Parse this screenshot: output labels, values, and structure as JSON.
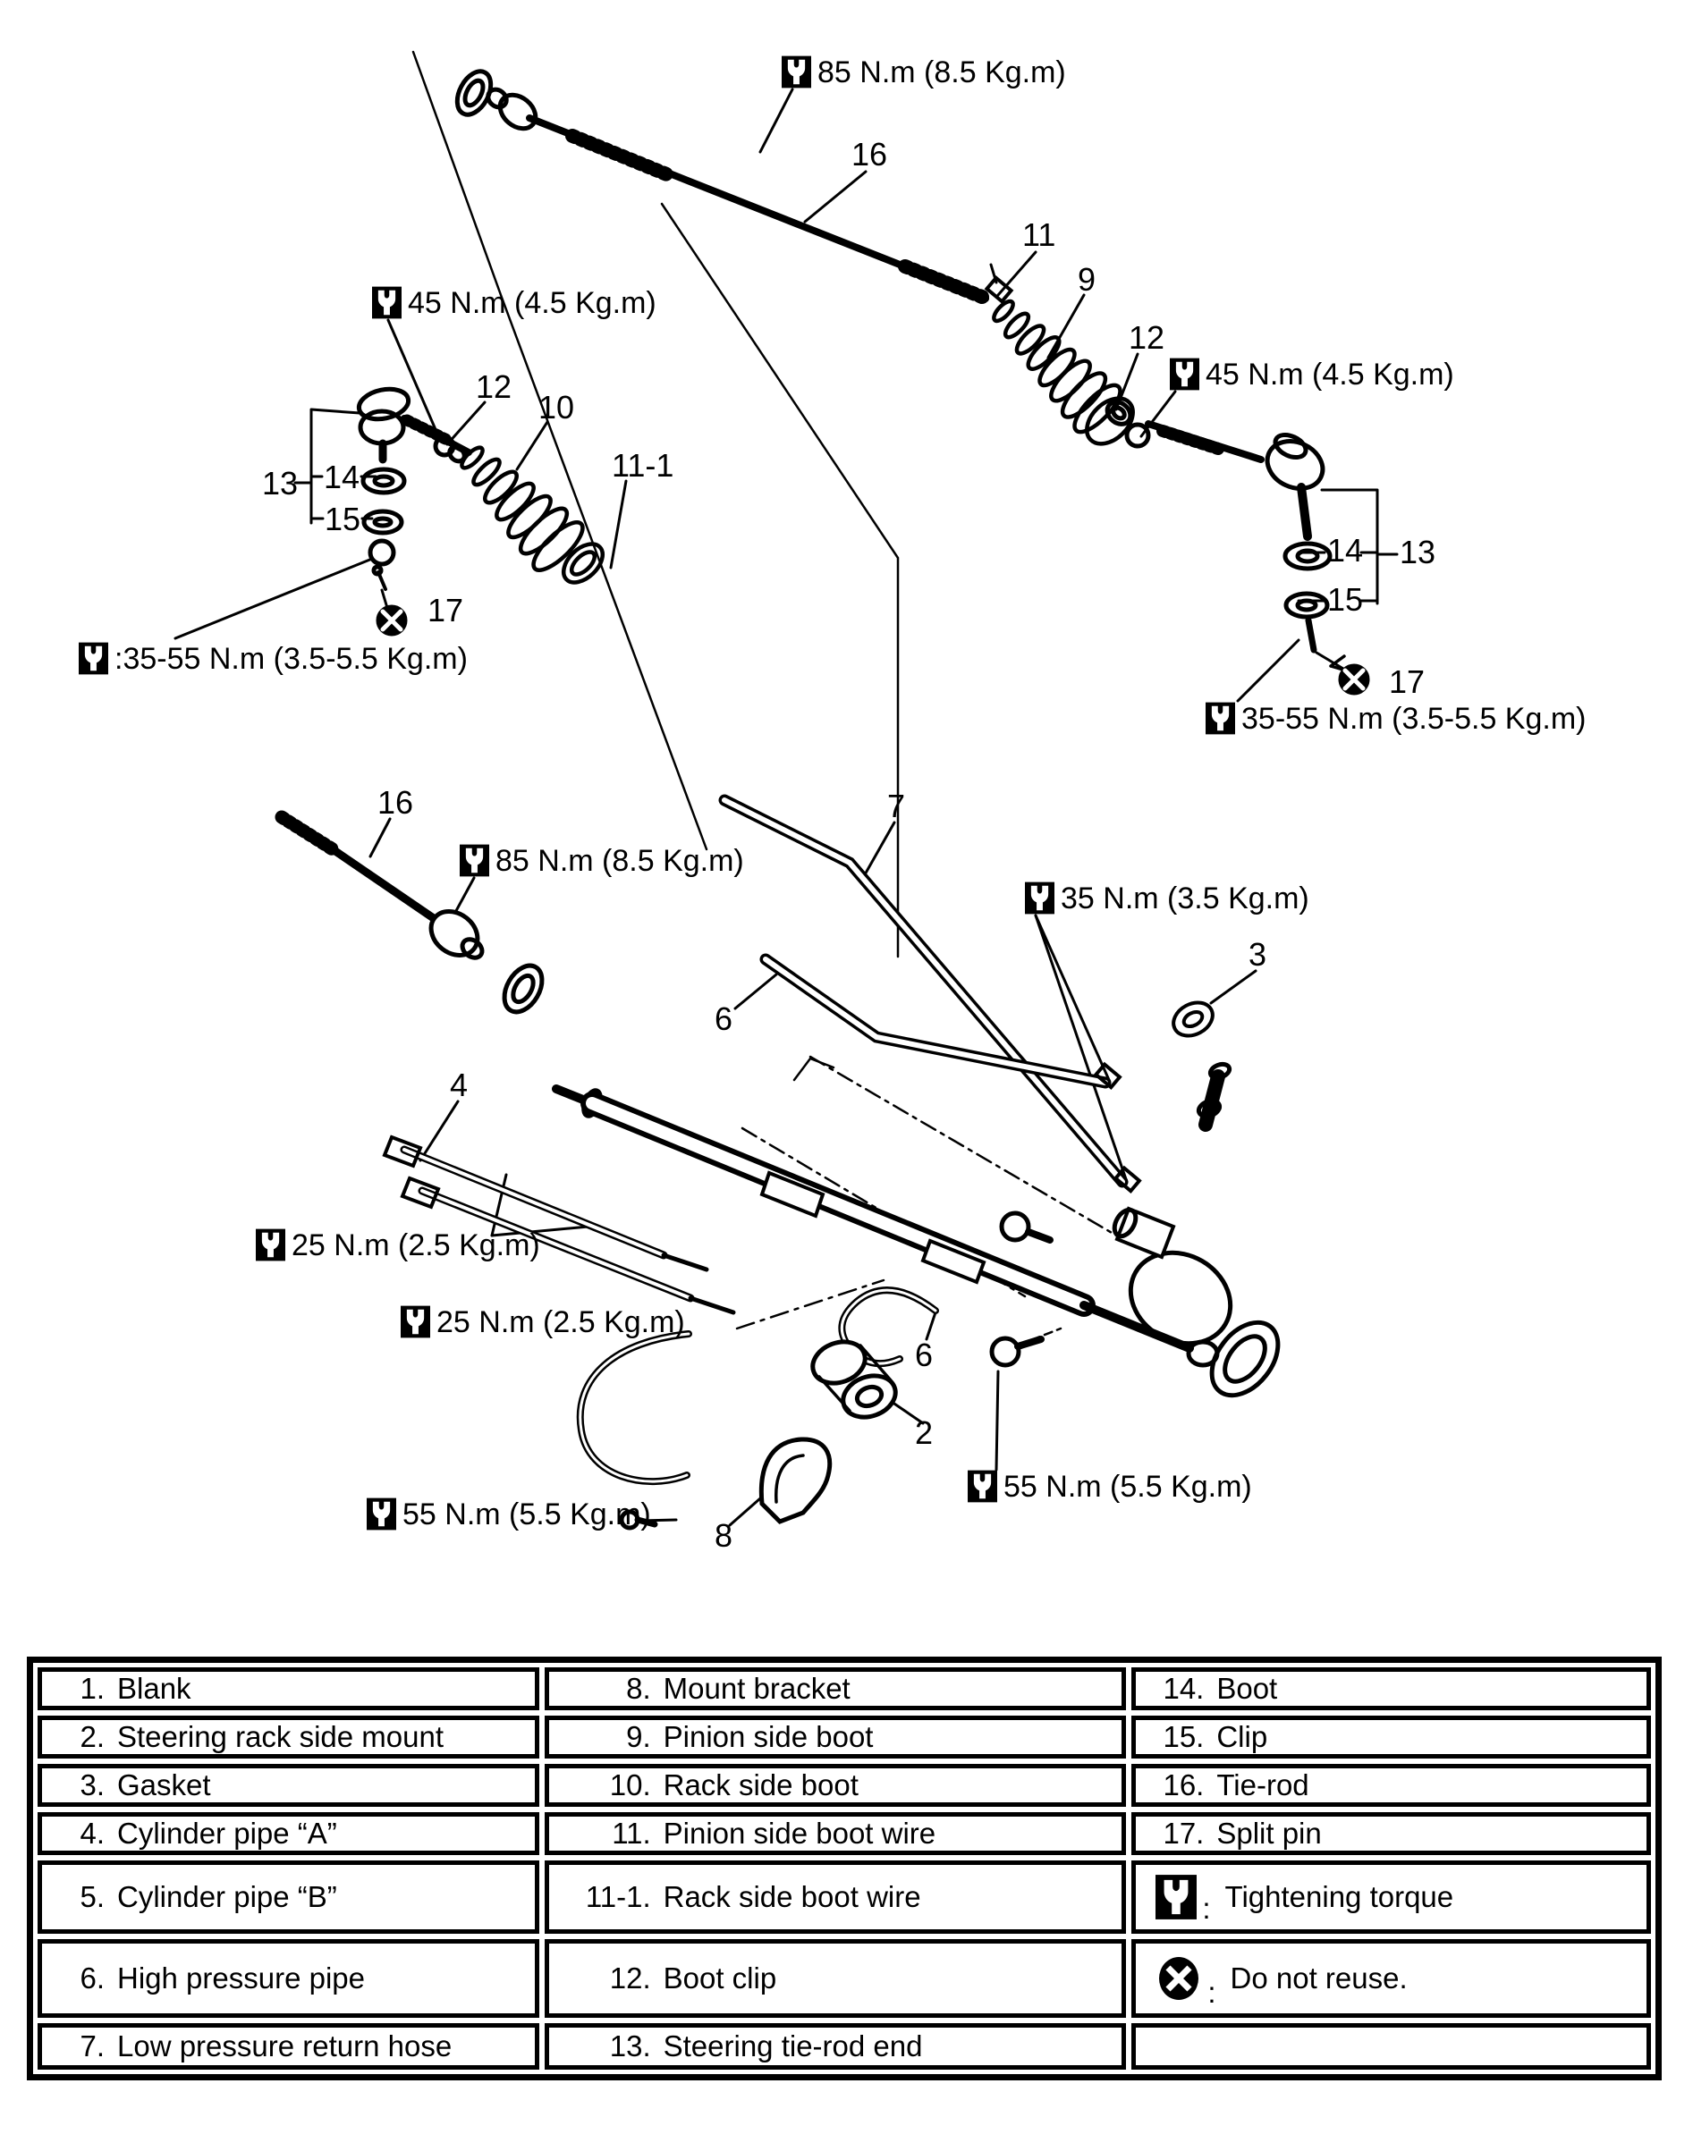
{
  "colors": {
    "ink": "#000000",
    "paper": "#ffffff"
  },
  "diagram": {
    "labels": {
      "l16top": {
        "text": "16"
      },
      "l11top": {
        "text": "11"
      },
      "l9": {
        "text": "9"
      },
      "l12r": {
        "text": "12"
      },
      "l14r": {
        "text": "14"
      },
      "l13r": {
        "text": "13"
      },
      "l15r": {
        "text": "15"
      },
      "l17r": {
        "text": "17"
      },
      "l12l": {
        "text": "12"
      },
      "l10": {
        "text": "10"
      },
      "l11_1": {
        "text": "11-1"
      },
      "l13l": {
        "text": "13"
      },
      "l14l": {
        "text": "14"
      },
      "l15l": {
        "text": "15"
      },
      "l17l": {
        "text": "17"
      },
      "l16mid": {
        "text": "16"
      },
      "l7": {
        "text": "7"
      },
      "l6mid": {
        "text": "6"
      },
      "l3": {
        "text": "3"
      },
      "l4": {
        "text": "4"
      },
      "l6rack": {
        "text": "6"
      },
      "l2": {
        "text": "2"
      },
      "l8": {
        "text": "8"
      }
    },
    "torques": {
      "t85top": {
        "text": "85 N.m (8.5 Kg.m)"
      },
      "t45l": {
        "text": "45 N.m (4.5 Kg.m)"
      },
      "t45r": {
        "text": "45 N.m (4.5 Kg.m)"
      },
      "t3555l": {
        "text": ":35-55 N.m (3.5-5.5 Kg.m)"
      },
      "t3555r": {
        "text": "35-55 N.m (3.5-5.5 Kg.m)"
      },
      "t85mid": {
        "text": "85 N.m (8.5 Kg.m)"
      },
      "t35": {
        "text": "35 N.m (3.5 Kg.m)"
      },
      "t25a": {
        "text": "25 N.m (2.5 Kg.m)"
      },
      "t25b": {
        "text": "25 N.m (2.5 Kg.m)"
      },
      "t55l": {
        "text": "55 N.m (5.5 Kg.m)"
      },
      "t55r": {
        "text": "55 N.m (5.5 Kg.m)"
      }
    }
  },
  "table": {
    "col1": [
      {
        "num": "1.",
        "label": "Blank"
      },
      {
        "num": "2.",
        "label": "Steering rack side mount"
      },
      {
        "num": "3.",
        "label": "Gasket"
      },
      {
        "num": "4.",
        "label": "Cylinder pipe “A”"
      },
      {
        "num": "5.",
        "label": "Cylinder pipe “B”"
      },
      {
        "num": "6.",
        "label": "High pressure pipe"
      },
      {
        "num": "7.",
        "label": "Low pressure return hose"
      }
    ],
    "col2": [
      {
        "num": "8.",
        "label": "Mount bracket"
      },
      {
        "num": "9.",
        "label": "Pinion side boot"
      },
      {
        "num": "10.",
        "label": "Rack side boot"
      },
      {
        "num": "11.",
        "label": "Pinion side boot wire"
      },
      {
        "num": "11-1.",
        "label": "Rack side boot wire"
      },
      {
        "num": "12.",
        "label": "Boot clip"
      },
      {
        "num": "13.",
        "label": "Steering tie-rod end"
      }
    ],
    "col3": [
      {
        "num": "14.",
        "label": "Boot"
      },
      {
        "num": "15.",
        "label": "Clip"
      },
      {
        "num": "16.",
        "label": "Tie-rod"
      },
      {
        "num": "17.",
        "label": "Split pin"
      },
      {
        "sep": ":",
        "label": "Tightening torque"
      },
      {
        "sep": ":",
        "label": "Do not reuse."
      },
      {
        "label": ""
      }
    ]
  }
}
